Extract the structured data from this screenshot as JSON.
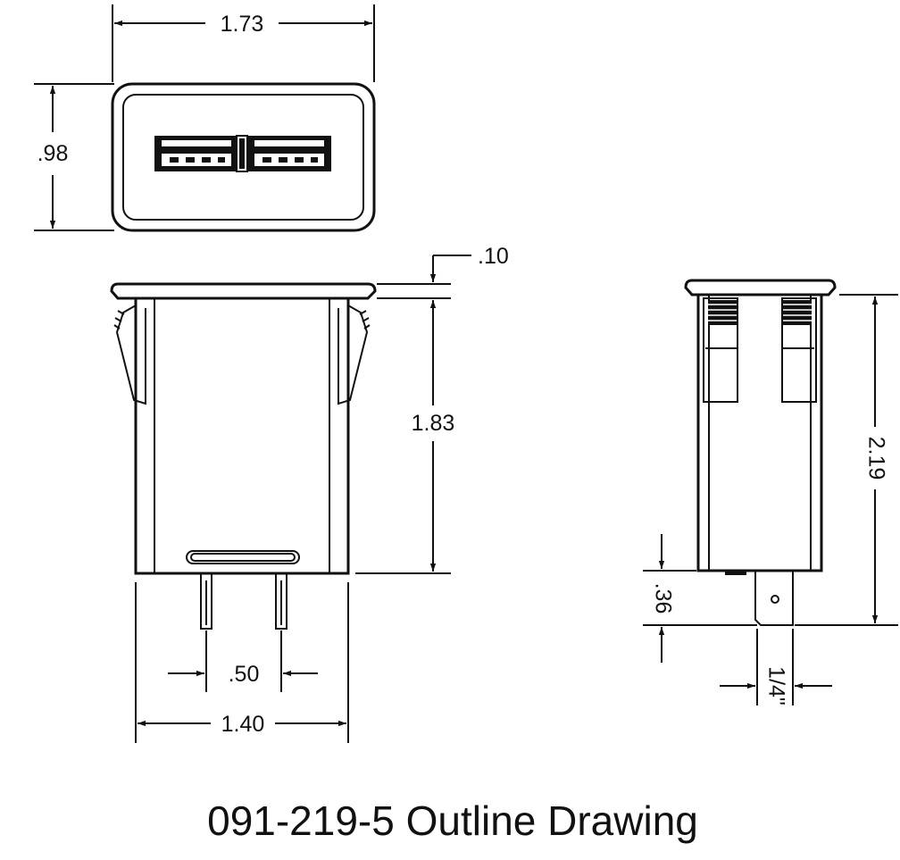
{
  "title": "091-219-5 Outline Drawing",
  "dimensions": {
    "top_width": "1.73",
    "top_height": ".98",
    "flange_thickness": ".10",
    "body_height": "1.83",
    "terminal_spacing": ".50",
    "body_width": "1.40",
    "overall_height": "2.19",
    "terminal_length": ".36",
    "terminal_width": "1/4\""
  }
}
